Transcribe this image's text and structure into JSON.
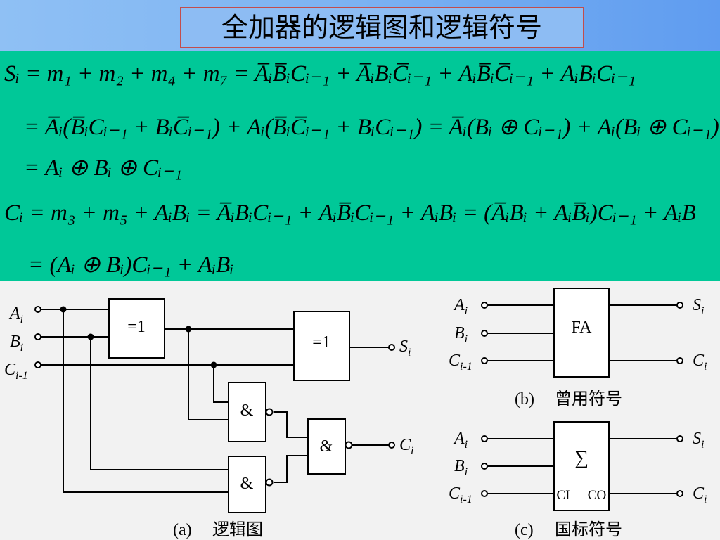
{
  "title": "全加器的逻辑图和逻辑符号",
  "formulas": {
    "line1": "Sᵢ = m₁ + m₂ + m₄ + m₇ = A̅ᵢB̅ᵢCᵢ₋₁ + A̅ᵢBᵢC̅ᵢ₋₁ + AᵢB̅ᵢC̅ᵢ₋₁ + AᵢBᵢCᵢ₋₁",
    "line2": "= A̅ᵢ(B̅ᵢCᵢ₋₁ + BᵢC̅ᵢ₋₁) + Aᵢ(B̅ᵢC̅ᵢ₋₁ + BᵢCᵢ₋₁) = A̅ᵢ(Bᵢ ⊕ Cᵢ₋₁) + Aᵢ(Bᵢ ⊕ Cᵢ₋₁)",
    "line3": "= Aᵢ ⊕ Bᵢ ⊕ Cᵢ₋₁",
    "line4": "Cᵢ = m₃ + m₅ + AᵢBᵢ = A̅ᵢBᵢCᵢ₋₁ + AᵢB̅ᵢCᵢ₋₁ + AᵢBᵢ = (A̅ᵢBᵢ + AᵢB̅ᵢ)Cᵢ₋₁ + AᵢB",
    "line5": "= (Aᵢ ⊕ Bᵢ)Cᵢ₋₁ + AᵢBᵢ"
  },
  "logic_diagram": {
    "inputs": {
      "a": "A",
      "b": "B",
      "c": "C",
      "sub": "i",
      "c_sub": "i-1"
    },
    "outputs": {
      "s": "S",
      "c": "C",
      "sub": "i"
    },
    "gate_xor": "=1",
    "gate_and": "&",
    "caption_label": "(a)",
    "caption_text": "逻辑图"
  },
  "symbol_common": {
    "box_label": "FA",
    "caption_label": "(b)",
    "caption_text": "曾用符号"
  },
  "symbol_national": {
    "box_label": "∑",
    "ci_label": "CI",
    "co_label": "CO",
    "caption_label": "(c)",
    "caption_text": "国标符号"
  }
}
